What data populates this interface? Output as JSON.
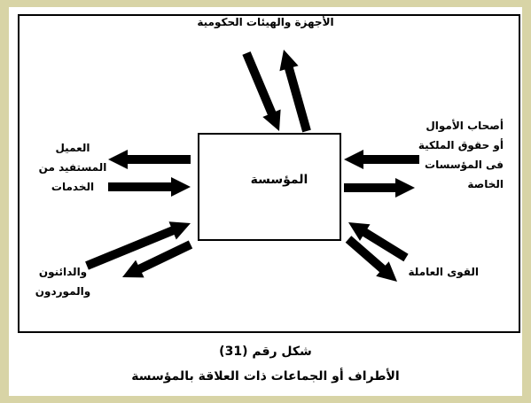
{
  "diagram": {
    "center_label": "المؤسسة",
    "top_label": "الأجهزة والهيئات الحكومية",
    "right_top_label": [
      "أصحاب الأموال",
      "أو حقوق الملكية",
      "فى المؤسسات",
      "الخاصة"
    ],
    "left_top_label": [
      "العميل",
      "المستفيد من",
      "الخدمات"
    ],
    "right_bottom_label": [
      "القوى العاملة"
    ],
    "left_bottom_label": [
      "والدائنون",
      "والموردون"
    ]
  },
  "caption": {
    "number": "شكل رقم (31)",
    "title": "الأطراف أو الجماعات ذات العلاقة بالمؤسسة"
  },
  "colors": {
    "background": "#d8d4a6",
    "ink": "#000000"
  }
}
